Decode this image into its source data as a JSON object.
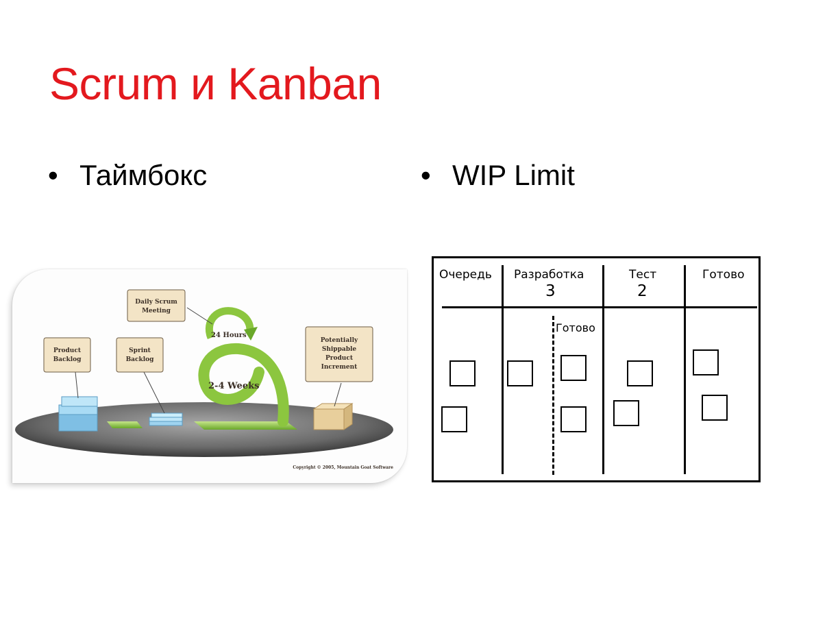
{
  "slide": {
    "title": "Scrum и Kanban",
    "bullet_left": "Таймбокс",
    "bullet_right": "WIP Limit",
    "bullet_glyph": "•",
    "title_color": "#e3191e"
  },
  "scrum_diagram": {
    "daily_scrum": [
      "Daily Scrum",
      "Meeting"
    ],
    "product_backlog": [
      "Product",
      "Backlog"
    ],
    "sprint_backlog": [
      "Sprint",
      "Backlog"
    ],
    "increment": [
      "Potentially",
      "Shippable",
      "Product",
      "Increment"
    ],
    "hours": "24 Hours",
    "weeks": "2-4 Weeks",
    "copyright": "Copyright © 2005, Mountain Goat Software",
    "colors": {
      "arrow": "#8cc63f",
      "box_fill": "#f3e4c6",
      "backlog": "#9fd3ef"
    }
  },
  "kanban": {
    "columns": [
      "Очередь",
      "Разработка",
      "Тест",
      "Готово"
    ],
    "limits": {
      "dev": "3",
      "test": "2"
    },
    "sub_done": "Готово"
  }
}
